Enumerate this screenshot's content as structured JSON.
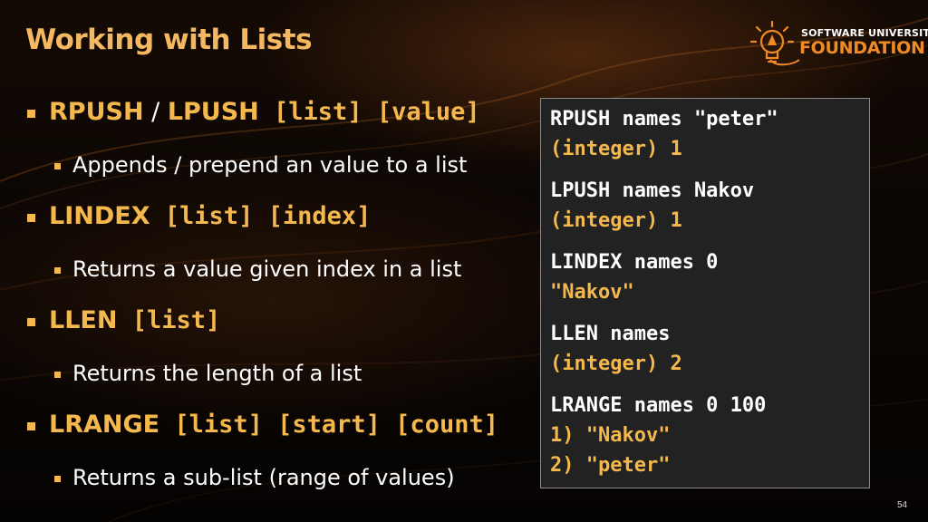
{
  "slide": {
    "title": "Working with Lists",
    "slide_number": "54"
  },
  "logo": {
    "line1": "SOFTWARE UNIVERSITY",
    "line2": "FOUNDATION",
    "icon": "lightbulb-icon",
    "colors": {
      "orange": "#f08a24",
      "white": "#ffffff"
    }
  },
  "bullets": [
    {
      "command": "RPUSH",
      "separator": " / ",
      "command2": "LPUSH",
      "args": " [list] [value]",
      "sub": "Appends / prepend an value to a list"
    },
    {
      "command": "LINDEX",
      "args": " [list] [index]",
      "sub": "Returns a value given index in a list"
    },
    {
      "command": "LLEN",
      "args": " [list]",
      "sub": "Returns the length of a list"
    },
    {
      "command": "LRANGE",
      "args": " [list] [start] [count]",
      "sub": "Returns a sub-list (range of values)"
    }
  ],
  "code": [
    {
      "text": "RPUSH names \"peter\"",
      "kind": "cmd"
    },
    {
      "text": "(integer) 1",
      "kind": "res"
    },
    {
      "text": "LPUSH names Nakov",
      "kind": "cmd"
    },
    {
      "text": "(integer) 1",
      "kind": "res"
    },
    {
      "text": "LINDEX names 0",
      "kind": "cmd"
    },
    {
      "text": "\"Nakov\"",
      "kind": "res"
    },
    {
      "text": "LLEN names",
      "kind": "cmd"
    },
    {
      "text": "(integer) 2",
      "kind": "res"
    },
    {
      "text": "LRANGE names 0 100",
      "kind": "cmd"
    },
    {
      "text": "1) \"Nakov\"",
      "kind": "res"
    },
    {
      "text": "2) \"peter\"",
      "kind": "res"
    }
  ],
  "colors": {
    "accent": "#f5b84d",
    "title": "#f4b860",
    "code_bg": "#222222",
    "text": "#ffffff"
  }
}
